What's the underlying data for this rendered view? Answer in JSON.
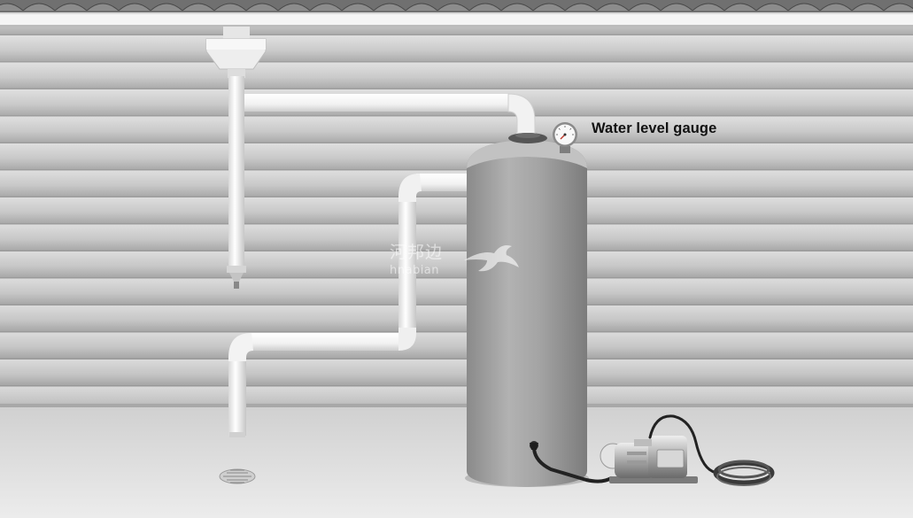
{
  "labels": {
    "gauge": "Water level gauge"
  },
  "watermark": {
    "cn": "河邦边",
    "en": "hnabian"
  },
  "scene": {
    "objects": [
      "roof-tiles",
      "gutter",
      "siding-wall",
      "downspout",
      "inlet-pipe",
      "overflow-pipe",
      "rain-tank",
      "water-level-gauge",
      "water-pump",
      "garden-hose",
      "floor-drain"
    ],
    "colors": {
      "wall": "#bdbdbd",
      "floor": "#e4e4e4",
      "tank": "#9e9e9e",
      "pipe": "#f4f4f4",
      "roof": "#6e6e6e"
    }
  }
}
